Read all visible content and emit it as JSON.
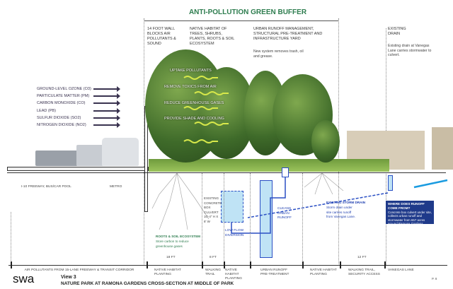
{
  "buffer_title": "ANTI-POLLUTION GREEN BUFFER",
  "columns": [
    {
      "title": "14 FOOT WALL BLOCKS AIR POLLUTANTS & SOUND"
    },
    {
      "title": "NATIVE HABITAT OF TREES, SHRUBS, PLANTS, ROOTS & SOIL ECOSYSTEM"
    },
    {
      "title": "URBAN RUNOFF MANAGEMENT, STRUCTURAL PRE-TREATMENT AND INFRASTRUCTURE YARD",
      "desc": "New system removes trash, oil and grease."
    },
    {
      "title": "EXISTING DRAIN",
      "desc": "Existing drain at Vanegas Lane carries stormwater to culvert."
    }
  ],
  "pollutants": [
    "GROUND-LEVEL OZONE (O3)",
    "PARTICULATE MATTER (PM)",
    "CARBON MONOXIDE (CO)",
    "LEAD (Pb)",
    "SULFUR DIOXIDE (SO2)",
    "NITROGEN DIOXIDE (NO2)"
  ],
  "tree_benefits": [
    "UPTAKE POLLUTANTS",
    "REMOVE TOXICS FROM AIR",
    "REDUCE GREENHOUSE GASES",
    "PROVIDE SHADE AND COOLING"
  ],
  "ground_labels": {
    "freeway": "I-10 FREEWAY, BUS/CAR POOL",
    "metro": "METRO"
  },
  "callouts": {
    "culvert": "EXISTING CONCRETE BOX CULVERT 10'-4\" H x 8' W",
    "cleans": "CLEANS URBAN RUNOFF",
    "low_flow": "LOW FLOW DIVERSION",
    "roots_title": "ROOTS & SOIL ECOSYSTEM",
    "roots_desc": "Store carbon to reduce greenhouse gases",
    "storm_title": "EXISTING STORM DRAIN",
    "storm_desc": "Storm drain under site carries runoff from Vanegas Lane.",
    "where_title": "WHERE DOES RUNOFF COME FROM?",
    "where_desc": "Concrete box culvert under site, collects urban runoff and stormwater from 657 acres around Ramona Gardens."
  },
  "dimensions": [
    "18 FT",
    "8 FT",
    "12 FT"
  ],
  "zones": [
    "AIR POLLUTANTS FROM 15-LANE FREEWAY & TRANSIT CORRIDOR",
    "NATIVE HABITAT PLANTING",
    "WALKING TRAIL",
    "NATIVE HABITAT PLANTING",
    "URBAN RUNOFF PRE-TREATMENT",
    "NATIVE HABITAT PLANTING",
    "WALKING TRAIL, SECURITY ACCESS",
    "VANEGAS LANE"
  ],
  "footer": {
    "logo": "swa",
    "view": "View 3",
    "title": "NATURE PARK AT RAMONA GARDENS CROSS-SECTION AT MIDDLE OF PARK",
    "page": "P. 8"
  },
  "colors": {
    "green_title": "#2e7d4f",
    "water": "#2a4fc4",
    "navy_box": "#1f3a8a",
    "yellow": "#d7e84a"
  }
}
